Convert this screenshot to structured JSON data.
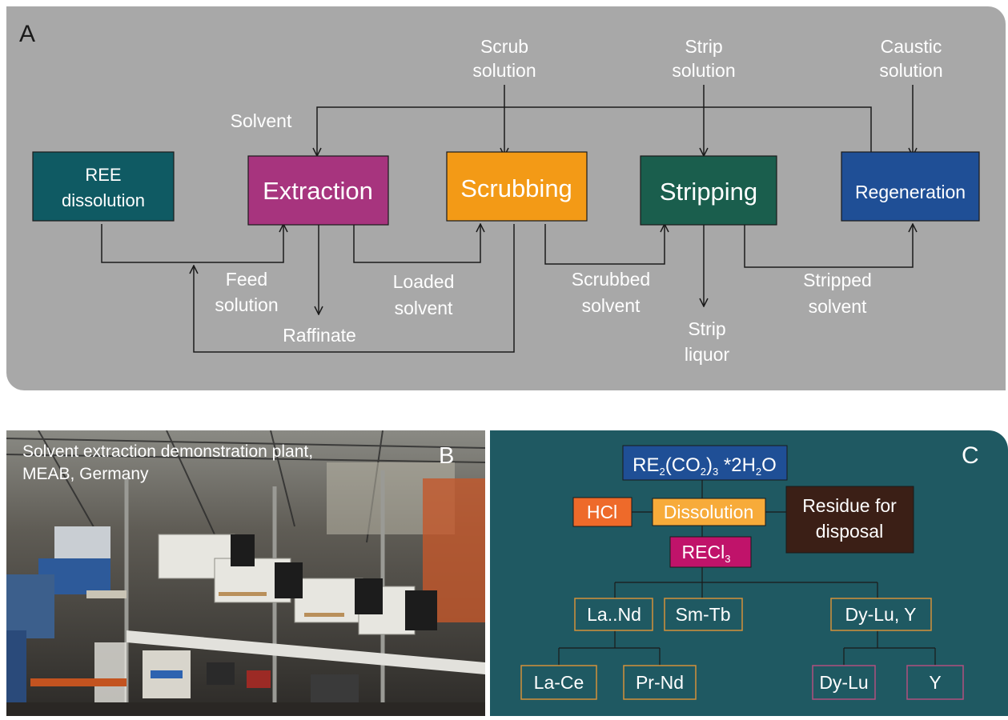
{
  "panel_a": {
    "label": "A",
    "colors": {
      "panel_bg": "#a8a8a8",
      "ree": "#0f5a63",
      "extraction": "#a7347e",
      "scrubbing": "#f39a16",
      "stripping": "#1a5e4d",
      "regeneration": "#1f4f96"
    },
    "boxes": {
      "ree_line1": "REE",
      "ree_line2": "dissolution",
      "extraction": "Extraction",
      "scrubbing": "Scrubbing",
      "stripping": "Stripping",
      "regeneration": "Regeneration"
    },
    "labels": {
      "scrub_line1": "Scrub",
      "scrub_line2": "solution",
      "strip_line1": "Strip",
      "strip_line2": "solution",
      "caustic_line1": "Caustic",
      "caustic_line2": "solution",
      "solvent": "Solvent",
      "feed_line1": "Feed",
      "feed_line2": "solution",
      "raffinate": "Raffinate",
      "loaded_line1": "Loaded",
      "loaded_line2": "solvent",
      "scrubbed_line1": "Scrubbed",
      "scrubbed_line2": "solvent",
      "strip_liquor_line1": "Strip",
      "strip_liquor_line2": "liquor",
      "stripped_line1": "Stripped",
      "stripped_line2": "solvent"
    }
  },
  "panel_b": {
    "label": "B",
    "caption_line1": "Solvent extraction demonstration plant,",
    "caption_line2": "MEAB, Germany"
  },
  "panel_c": {
    "label": "C",
    "colors": {
      "panel_bg": "#1f5962",
      "top": "#1f4f96",
      "hcl": "#ee6a2a",
      "dissolution": "#f7ab3a",
      "residue": "#3b1f16",
      "recl3": "#c0136a",
      "orange_border": "#d4913a",
      "pink_border": "#b0507e"
    },
    "top_box": {
      "t1": "RE",
      "t2": "2",
      "t3": "(CO",
      "t4": "2",
      "t5": ")",
      "t6": "3",
      "t7": " *2H",
      "t8": "2",
      "t9": "O"
    },
    "hcl": "HCl",
    "dissolution": "Dissolution",
    "residue_line1": "Residue for",
    "residue_line2": "disposal",
    "recl3_main": "RECl",
    "recl3_sub": "3",
    "groups": {
      "la_nd": "La..Nd",
      "sm_tb": "Sm-Tb",
      "dy_lu_y": "Dy-Lu, Y"
    },
    "leaves": {
      "la_ce": "La-Ce",
      "pr_nd": "Pr-Nd",
      "dy_lu": "Dy-Lu",
      "y": "Y"
    }
  }
}
